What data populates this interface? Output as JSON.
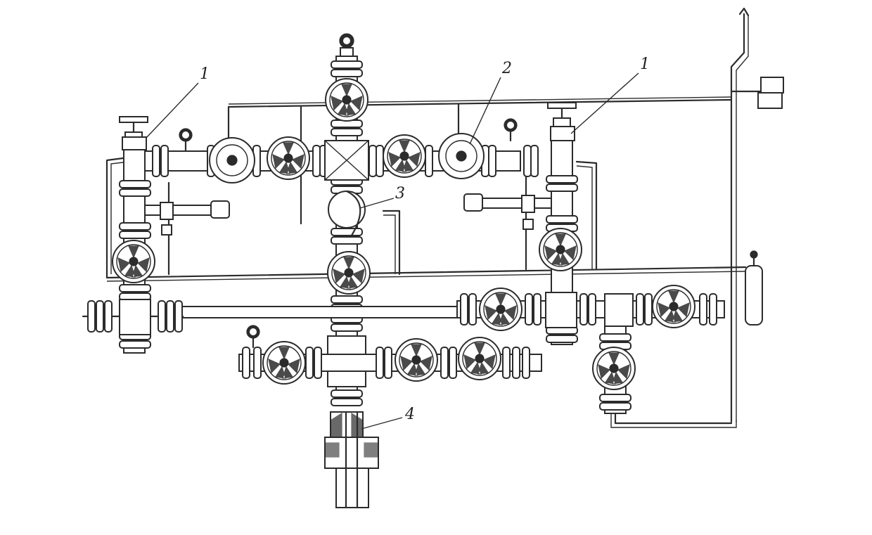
{
  "callouts": [
    {
      "id": "callout-1-left",
      "text": "1"
    },
    {
      "id": "callout-2",
      "text": "2"
    },
    {
      "id": "callout-1-right",
      "text": "1"
    },
    {
      "id": "callout-3",
      "text": "3"
    },
    {
      "id": "callout-4",
      "text": "4"
    }
  ],
  "colors": {
    "ink": "#2b2b2b",
    "paper": "#ffffff"
  }
}
